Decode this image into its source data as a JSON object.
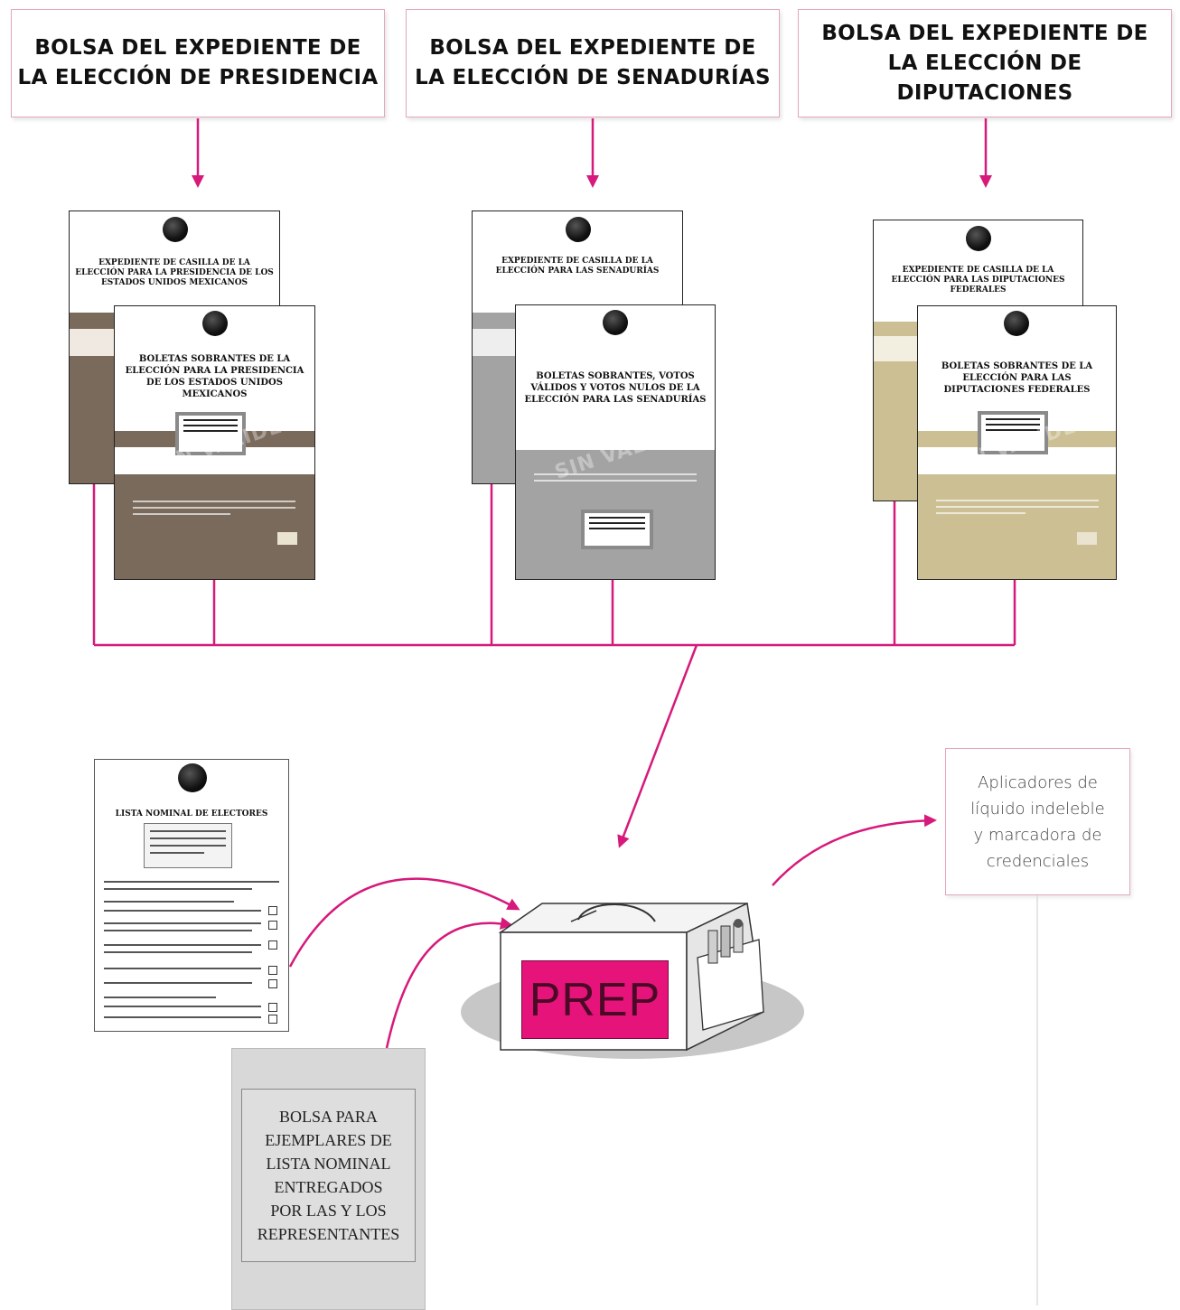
{
  "headers": [
    {
      "line1": "BOLSA DEL EXPEDIENTE DE",
      "line2": "LA ELECCIÓN DE PRESIDENCIA"
    },
    {
      "line1": "BOLSA DEL EXPEDIENTE DE",
      "line2": "LA ELECCIÓN DE SENADURÍAS"
    },
    {
      "line1": "BOLSA DEL EXPEDIENTE DE",
      "line2": "LA ELECCIÓN DE DIPUTACIONES"
    }
  ],
  "documents": {
    "presidencia": {
      "back_title": "EXPEDIENTE DE CASILLA DE LA ELECCIÓN PARA LA PRESIDENCIA DE LOS ESTADOS UNIDOS MEXICANOS",
      "front_title": "BOLETAS SOBRANTES DE LA ELECCIÓN PARA LA PRESIDENCIA DE LOS ESTADOS UNIDOS MEXICANOS",
      "color": "#7a6a5c"
    },
    "senadurias": {
      "back_title": "EXPEDIENTE DE CASILLA DE LA ELECCIÓN PARA LAS SENADURÍAS",
      "front_title": "BOLETAS SOBRANTES, VOTOS VÁLIDOS Y VOTOS NULOS DE LA ELECCIÓN PARA LAS SENADURÍAS",
      "color": "#a3a3a3"
    },
    "diputaciones": {
      "back_title": "EXPEDIENTE DE CASILLA DE LA ELECCIÓN PARA LAS DIPUTACIONES FEDERALES",
      "front_title": "BOLETAS SOBRANTES DE LA ELECCIÓN PARA LAS DIPUTACIONES FEDERALES",
      "color": "#cbbf93"
    },
    "watermark": "SIN VALIDEZ"
  },
  "lista_nominal": {
    "title": "LISTA NOMINAL DE ELECTORES"
  },
  "bag_label": [
    "BOLSA PARA",
    "EJEMPLARES DE",
    "LISTA NOMINAL",
    "ENTREGADOS",
    "POR LAS Y LOS",
    "REPRESENTANTES"
  ],
  "prep_label": "PREP",
  "applicators_label": [
    "Aplicadores de",
    "líquido indeleble",
    "y marcadora de",
    "credenciales"
  ],
  "colors": {
    "connector": "#d6197a",
    "prep_fill": "#e5137a"
  }
}
